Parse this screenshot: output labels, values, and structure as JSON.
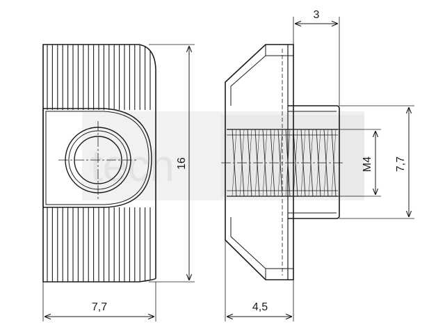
{
  "dimensions": {
    "front_width": "7,7",
    "front_height": "16",
    "side_flange": "3",
    "side_body": "4,5",
    "thread": "M4",
    "thread_boss": "7,7"
  },
  "watermark": {
    "text": "tech"
  },
  "colors": {
    "line": "#1a1a1a",
    "watermark": "#e3e3e3",
    "background": "#ffffff"
  }
}
